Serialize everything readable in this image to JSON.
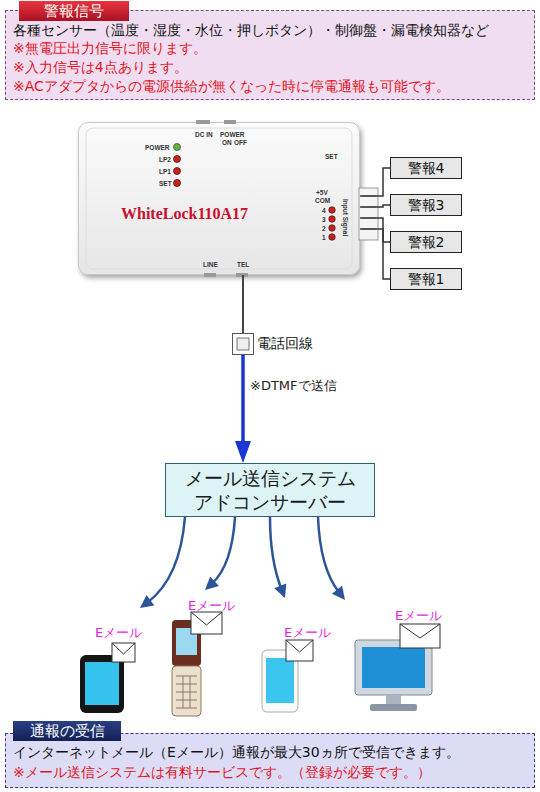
{
  "diagram": {
    "nodes": [
      {
        "text": [
          "警報信号",
          "各種センサー（温度・湿度・水位・押しボタン）・制御盤・漏電検知器など",
          "※無電圧出力信号に限ります。",
          "※入力信号は4点あります。",
          "※ACアダプタからの電源供給が無くなった時に停電通報も可能です。"
        ]
      },
      {
        "text": [
          "WhiteLock110A17"
        ]
      },
      {
        "text": [
          "警報4"
        ]
      },
      {
        "text": [
          "警報3"
        ]
      },
      {
        "text": [
          "警報2"
        ]
      },
      {
        "text": [
          "警報1"
        ]
      },
      {
        "text": [
          "電話回線"
        ]
      },
      {
        "text": [
          "メール送信システム アドコンサーバー"
        ]
      },
      {
        "text": [
          "Eメール"
        ]
      },
      {
        "text": [
          "Eメール"
        ]
      },
      {
        "text": [
          "Eメール"
        ]
      },
      {
        "text": [
          "Eメール"
        ]
      },
      {
        "text": [
          "通報の受信",
          "インターネットメール（Eメール）通報が最大30ヵ所で受信できます。",
          "※メール送信システムは有料サービスです。（登録が必要です。）"
        ]
      }
    ],
    "edges": [
      {
        "from": 2,
        "to": 1,
        "arrow": "none"
      },
      {
        "from": 3,
        "to": 1,
        "arrow": "none"
      },
      {
        "from": 4,
        "to": 1,
        "arrow": "none"
      },
      {
        "from": 5,
        "to": 1,
        "arrow": "none"
      },
      {
        "from": 1,
        "to": 6,
        "arrow": "none"
      },
      {
        "from": 6,
        "to": 7,
        "label": "※DTMFで送信",
        "arrow": "to"
      },
      {
        "from": 7,
        "to": 8,
        "arrow": "to"
      },
      {
        "from": 7,
        "to": 9,
        "arrow": "to"
      },
      {
        "from": 7,
        "to": 10,
        "arrow": "to"
      },
      {
        "from": 7,
        "to": 11,
        "arrow": "to"
      }
    ],
    "labels": [
      "POWER",
      "LP2",
      "LP1",
      "SET",
      "DC IN",
      "POWER",
      "ON",
      "OFF",
      "SET",
      "+5V",
      "COM",
      "4",
      "3",
      "2",
      "1",
      "Input Signal",
      "LINE",
      "TEL"
    ]
  }
}
